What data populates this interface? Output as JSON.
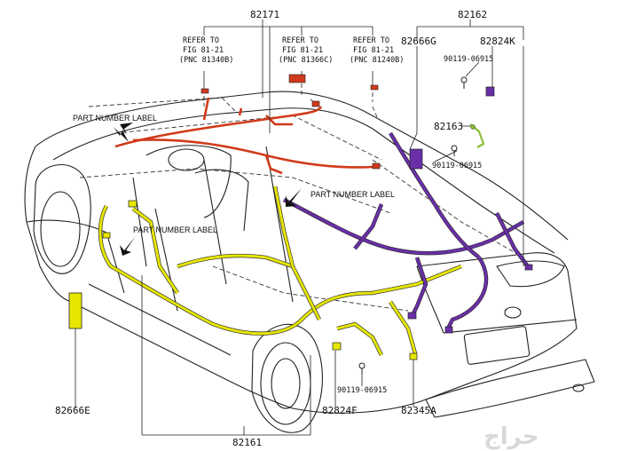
{
  "parts": {
    "p82171": "82171",
    "p82162": "82162",
    "p82666G": "82666G",
    "p82824K": "82824K",
    "p82163": "82163",
    "p82666E": "82666E",
    "p82824F": "82824F",
    "p82345A": "82345A",
    "p82161": "82161",
    "bolt_a": "90119-06915",
    "bolt_b": "90119-06915",
    "bolt_c": "90119-06915"
  },
  "refs": [
    {
      "line1": "REFER TO",
      "line2": "FIG 81-21",
      "line3": "(PNC 81340B)"
    },
    {
      "line1": "REFER TO",
      "line2": "FIG 81-21",
      "line3": "(PNC 81366C)"
    },
    {
      "line1": "REFER TO",
      "line2": "FIG 81-21",
      "line3": "(PNC 81240B)"
    }
  ],
  "labels": {
    "part_number_label_1": "PART NUMBER LABEL",
    "part_number_label_2": "PART NUMBER LABEL",
    "part_number_label_3": "PART NUMBER LABEL"
  },
  "watermark": "حراج",
  "colors": {
    "red_harness": "#d03a1a",
    "yellow_harness": "#e6e600",
    "purple_harness": "#6a2fa8",
    "green_bracket": "#8dbb3a"
  }
}
